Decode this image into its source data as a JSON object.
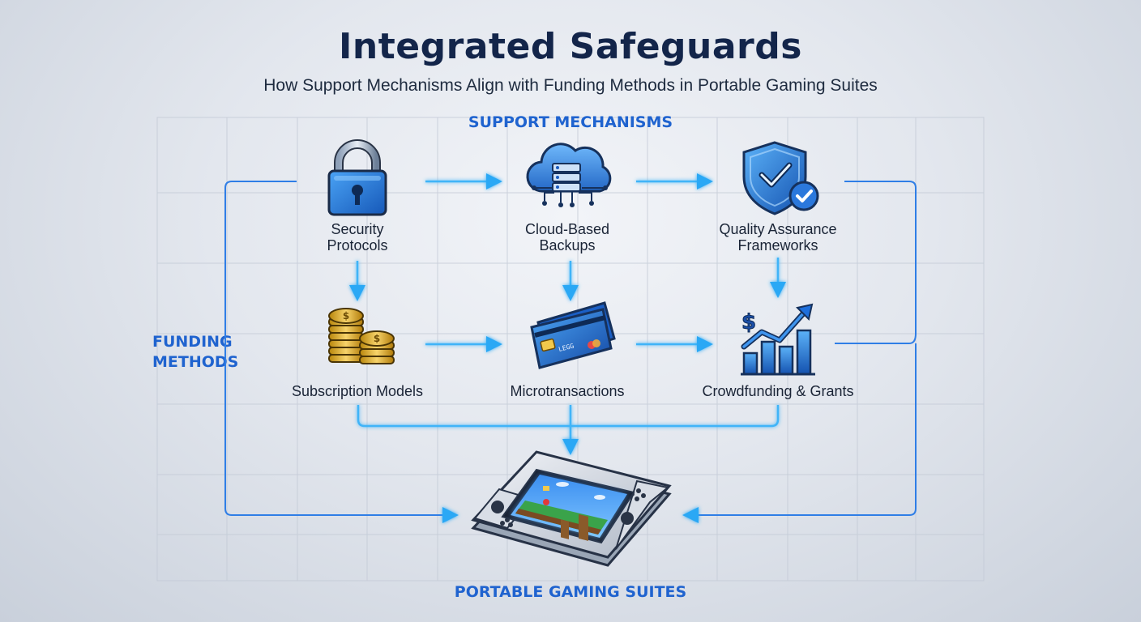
{
  "title": "Integrated Safeguards",
  "subtitle": "How Support Mechanisms Align with Funding Methods in Portable Gaming Suites",
  "sections": {
    "support": "SUPPORT MECHANISMS",
    "funding_line1": "FUNDING",
    "funding_line2": "METHODS",
    "portable": "PORTABLE GAMING SUITES"
  },
  "support_nodes": [
    {
      "line1": "Security",
      "line2": "Protocols",
      "icon": "padlock-icon"
    },
    {
      "line1": "Cloud-Based",
      "line2": "Backups",
      "icon": "cloud-server-icon"
    },
    {
      "line1": "Quality Assurance",
      "line2": "Frameworks",
      "icon": "shield-check-icon"
    }
  ],
  "funding_nodes": [
    {
      "label": "Subscription Models",
      "icon": "coin-stacks-icon"
    },
    {
      "label": "Microtransactions",
      "icon": "credit-card-icon"
    },
    {
      "label": "Crowdfunding & Grants",
      "icon": "growth-chart-icon"
    }
  ],
  "card_text": "LEGG",
  "colors": {
    "title": "#13254a",
    "accent": "#1f63cf",
    "arrow": "#2aa8f5",
    "line": "#2f7ee6"
  }
}
